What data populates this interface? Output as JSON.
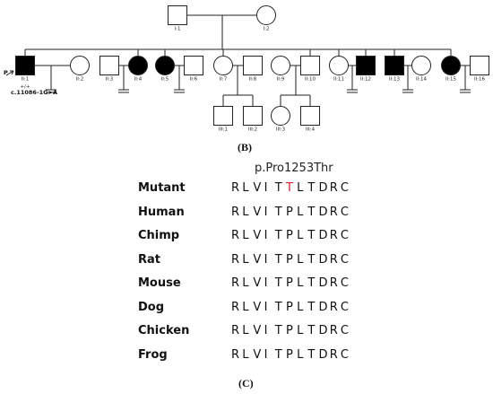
{
  "panels": {
    "b": "(B)",
    "c": "(C)"
  },
  "pedigree": {
    "founders": [
      {
        "id": "I:1",
        "sex": "male",
        "affected": false
      },
      {
        "id": "I:2",
        "sex": "female",
        "affected": false
      }
    ],
    "generation_2": [
      {
        "id": "II:1",
        "sex": "male",
        "affected": true,
        "proband": true,
        "genotype": "+/+",
        "variant": "c.11086-1G>A",
        "spouse": "unspecified"
      },
      {
        "id": "II:2",
        "sex": "female",
        "affected": false
      },
      {
        "id": "II:3",
        "sex": "male",
        "affected": false
      },
      {
        "id": "II:4",
        "sex": "female",
        "affected": true,
        "spouse": "unspecified"
      },
      {
        "id": "II:5",
        "sex": "female",
        "affected": true
      },
      {
        "id": "II:6",
        "sex": "male",
        "affected": false
      },
      {
        "id": "II:7",
        "sex": "female",
        "affected": false
      },
      {
        "id": "II:8",
        "sex": "male",
        "affected": false
      },
      {
        "id": "II:9",
        "sex": "female",
        "affected": false
      },
      {
        "id": "II:10",
        "sex": "male",
        "affected": false
      },
      {
        "id": "II:11",
        "sex": "female",
        "affected": false,
        "spouse": "unspecified"
      },
      {
        "id": "II:12",
        "sex": "male",
        "affected": true
      },
      {
        "id": "II:13",
        "sex": "male",
        "affected": true
      },
      {
        "id": "II:14",
        "sex": "female",
        "affected": false
      },
      {
        "id": "II:15",
        "sex": "female",
        "affected": true
      },
      {
        "id": "II:16",
        "sex": "male",
        "affected": false
      }
    ],
    "generation_3": [
      {
        "id": "III:1",
        "sex": "male",
        "affected": false,
        "parents": [
          "II:7",
          "II:8"
        ]
      },
      {
        "id": "III:2",
        "sex": "male",
        "affected": false,
        "parents": [
          "II:7",
          "II:8"
        ]
      },
      {
        "id": "III:3",
        "sex": "female",
        "affected": false,
        "parents": [
          "II:9",
          "II:10"
        ]
      },
      {
        "id": "III:4",
        "sex": "male",
        "affected": false,
        "parents": [
          "II:9",
          "II:10"
        ]
      }
    ]
  },
  "alignment": {
    "variant_label": "p.Pro1253Thr",
    "highlight_index": 5,
    "highlight_color": "#e41a1c",
    "rows": [
      {
        "species": "Mutant",
        "sequence": "RLVITTLTDRC"
      },
      {
        "species": "Human",
        "sequence": "RLVITPLTDRC"
      },
      {
        "species": "Chimp",
        "sequence": "RLVITPLTDRC"
      },
      {
        "species": "Rat",
        "sequence": "RLVITPLTDRC"
      },
      {
        "species": "Mouse",
        "sequence": "RLVITPLTDRC"
      },
      {
        "species": "Dog",
        "sequence": "RLVITPLTDRC"
      },
      {
        "species": "Chicken",
        "sequence": "RLVITPLTDRC"
      },
      {
        "species": "Frog",
        "sequence": "RLVITPLTDRC"
      }
    ]
  }
}
